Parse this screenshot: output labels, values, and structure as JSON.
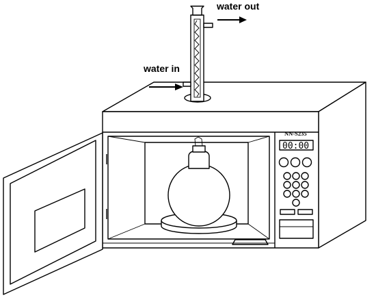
{
  "labels": {
    "water_out": "water out",
    "water_in": "water in",
    "model": "NN-S235",
    "display": "00:00"
  },
  "icons": {
    "arrow": "right-arrow-icon",
    "condenser": "reflux-condenser-icon",
    "flask": "round-bottom-flask-icon",
    "microwave": "microwave-oven-icon"
  },
  "colors": {
    "line": "#000000",
    "fill": "#ffffff"
  }
}
